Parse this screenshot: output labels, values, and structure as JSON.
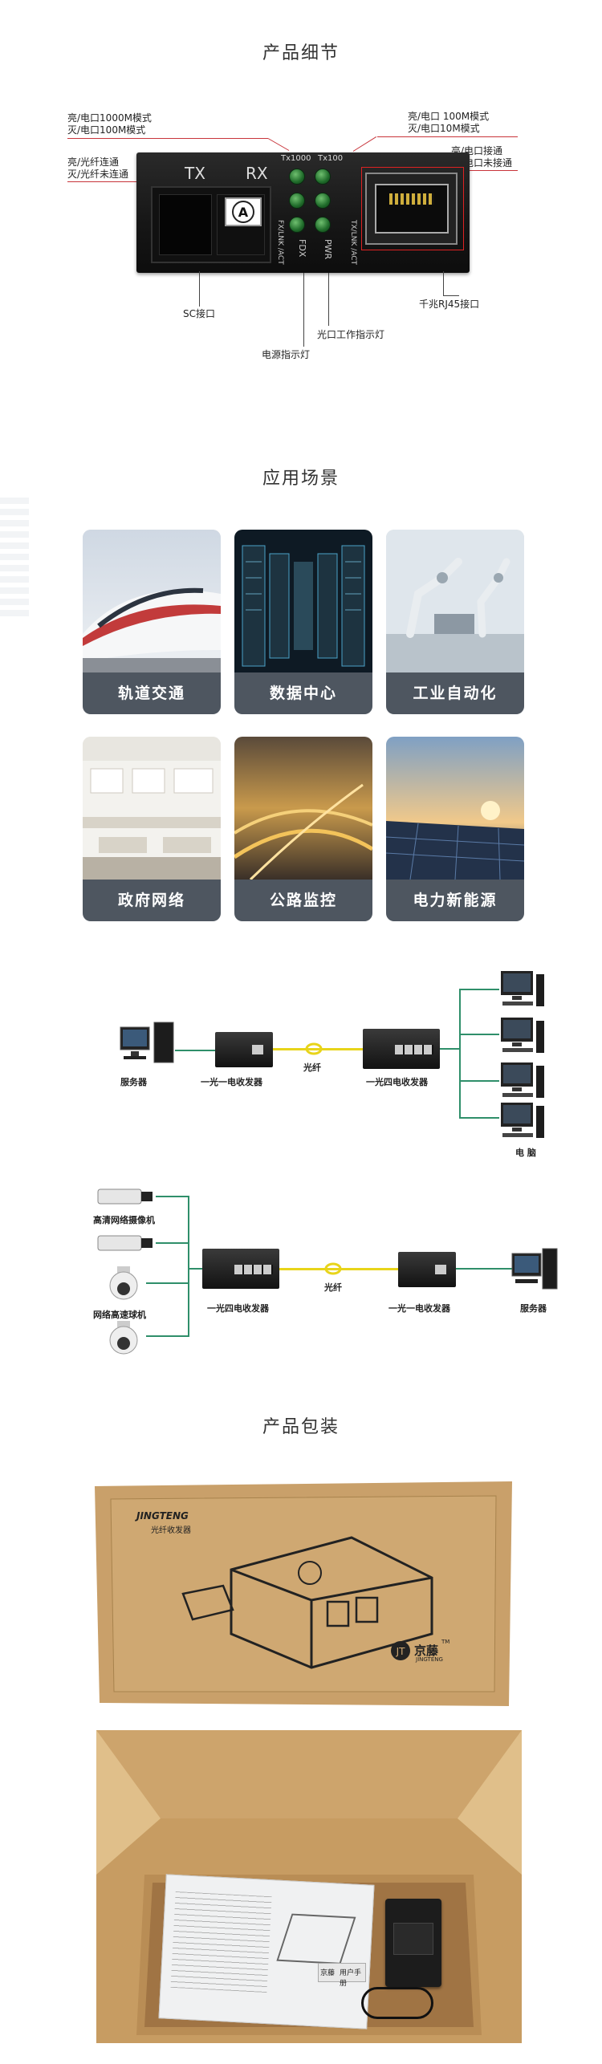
{
  "sections": {
    "detail_title": "产品细节",
    "scenario_title": "应用场景",
    "package_title": "产品包装"
  },
  "device": {
    "tx": "TX",
    "rx": "RX",
    "a_label": "A",
    "led_tx1000": "Tx1000",
    "led_tx100": "Tx100",
    "fdx": "FDX",
    "pwr": "PWR",
    "fxlnk": "FX/LNK /ACT",
    "txlnk": "TX/LNK /ACT"
  },
  "annotations": {
    "left_top_1": "亮/电口1000M模式",
    "left_top_2": "灭/电口100M模式",
    "left_mid_1": "亮/光纤连通",
    "left_mid_2": "灭/光纤未连通",
    "right_top_1": "亮/电口 100M模式",
    "right_top_2": "灭/电口10M模式",
    "right_mid_1": "亮/电口接通",
    "right_mid_2": "灭/电口未接通",
    "sc_port": "SC接口",
    "rj45_port": "千兆RJ45接口",
    "fiber_led": "光口工作指示灯",
    "power_led": "电源指示灯"
  },
  "scenarios": [
    {
      "label": "轨道交通"
    },
    {
      "label": "数据中心"
    },
    {
      "label": "工业自动化"
    },
    {
      "label": "政府网络"
    },
    {
      "label": "公路监控"
    },
    {
      "label": "电力新能源"
    }
  ],
  "network1": {
    "server": "服务器",
    "conv_single": "一光一电收发器",
    "fiber": "光纤",
    "conv_quad": "一光四电收发器",
    "computer": "电 脑"
  },
  "network2": {
    "camera": "高清网络摄像机",
    "dome": "网络高速球机",
    "conv_quad": "一光四电收发器",
    "fiber": "光纤",
    "conv_single": "一光一电收发器",
    "server": "服务器"
  },
  "package": {
    "brand": "JINGTENG",
    "brand_sub": "光纤收发器",
    "logo_cn": "京藤",
    "logo_en": "JINGTENG",
    "tm": "TM",
    "manual": "用户手册",
    "device_logo": "京藤"
  },
  "colors": {
    "annotation_line": "#c8343a",
    "card_label_bg": "#4e5660",
    "green_link": "#2f8f6a",
    "fiber_yellow": "#e8d41a",
    "cardboard": "#c9a06a"
  }
}
